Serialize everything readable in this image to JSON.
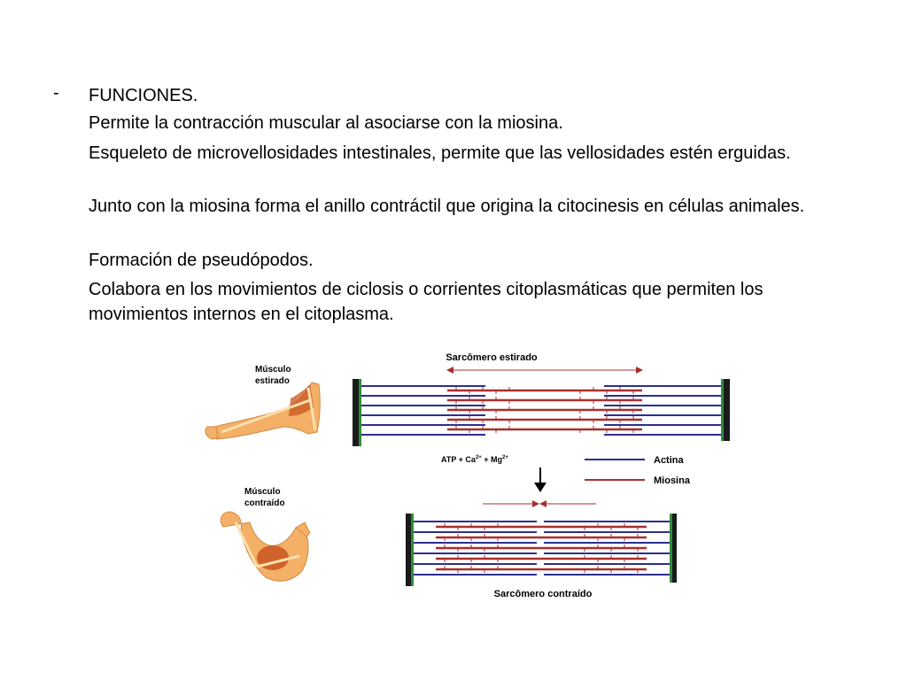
{
  "heading": {
    "dash": "-",
    "title": "FUNCIONES."
  },
  "functions": [
    "Permite la contracción muscular al asociarse con la miosina.",
    "Esqueleto de microvellosidades intestinales, permite que las vellosidades estén erguidas.",
    "Junto con la miosina forma el anillo contráctil que origina la citocinesis en células animales.",
    "Formación de pseudópodos.",
    "Colabora en los movimientos de ciclosis o corrientes citoplasmáticas que permiten los movimientos internos en el citoplasma."
  ],
  "figure": {
    "arm_stretched_label_1": "Músculo",
    "arm_stretched_label_2": "estirado",
    "arm_contracted_label_1": "Músculo",
    "arm_contracted_label_2": "contraído",
    "sarcomere_stretched": "Sarcômero estirado",
    "sarcomere_contracted": "Sarcômero contraído",
    "reaction_atp": "ATP + Ca",
    "reaction_ca_sup": "2+",
    "reaction_plus": " + Mg",
    "reaction_mg_sup": "2+",
    "legend_actina": "Actina",
    "legend_miosina": "Miosina",
    "colors": {
      "actina": "#2b2f8f",
      "miosina": "#a8302e",
      "z_disc": "#1a1a1a",
      "z_disc_edge": "#2e8b3a",
      "muscle": "#c8561e",
      "skin": "#f3b066",
      "bone": "#fbe0b0"
    }
  }
}
